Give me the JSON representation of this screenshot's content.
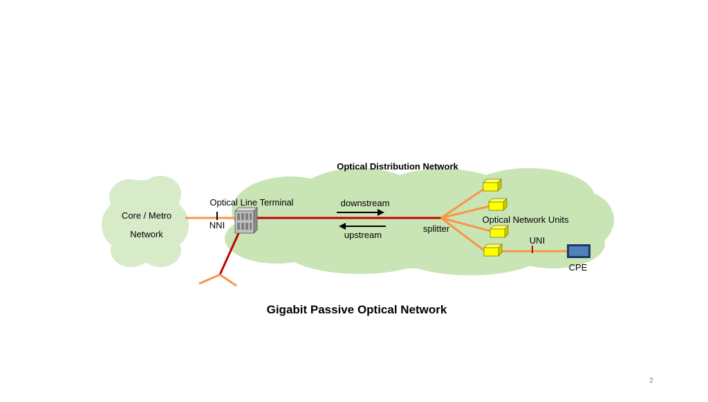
{
  "diagram": {
    "caption": "Gigabit Passive Optical Network",
    "core_label_line1": "Core / Metro",
    "core_label_line2": "Network",
    "odn_label": "Optical Distribution Network",
    "olt_label": "Optical Line Terminal",
    "nni_label": "NNI",
    "downstream_label": "downstream",
    "upstream_label": "upstream",
    "splitter_label": "splitter",
    "onu_label": "Optical Network Units",
    "uni_label": "UNI",
    "cpe_label": "CPE"
  },
  "slide": {
    "page_number": "2"
  },
  "colors": {
    "cloud_fill": "#c9e4b5",
    "core_cloud_fill": "#d8ebc9",
    "trunk_fiber": "#c00000",
    "drop_fiber": "#f79646",
    "onu_fill": "#ffff00",
    "cpe_fill": "#4f81bd"
  }
}
